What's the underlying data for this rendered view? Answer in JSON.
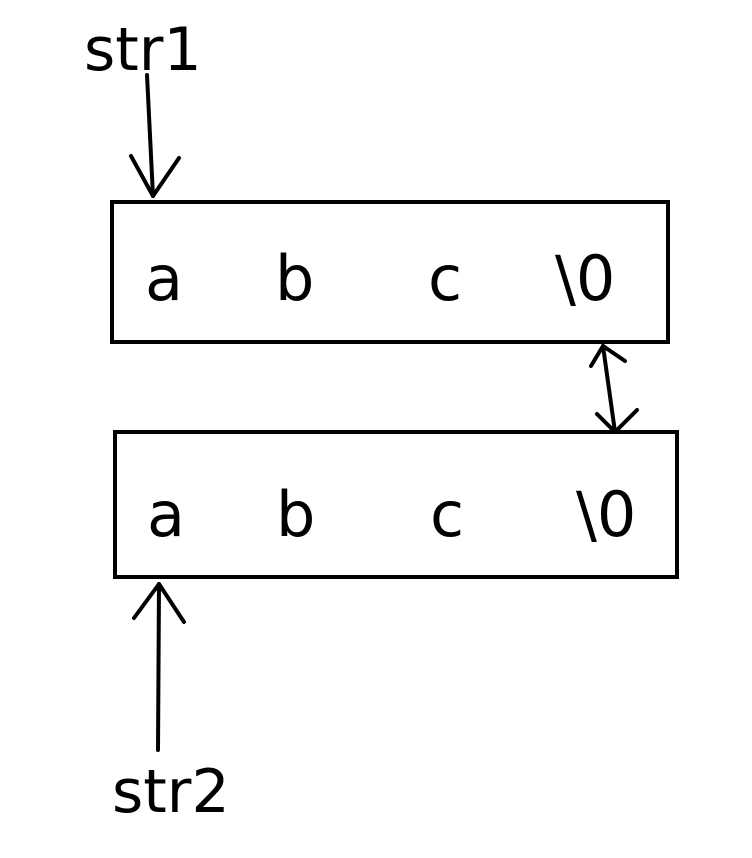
{
  "pointers": {
    "str1": "str1",
    "str2": "str2"
  },
  "arrays": {
    "top": [
      "a",
      "b",
      "c",
      "\\0"
    ],
    "bottom": [
      "a",
      "b",
      "c",
      "\\0"
    ]
  },
  "colors": {
    "ink": "#000000",
    "background": "#ffffff"
  }
}
